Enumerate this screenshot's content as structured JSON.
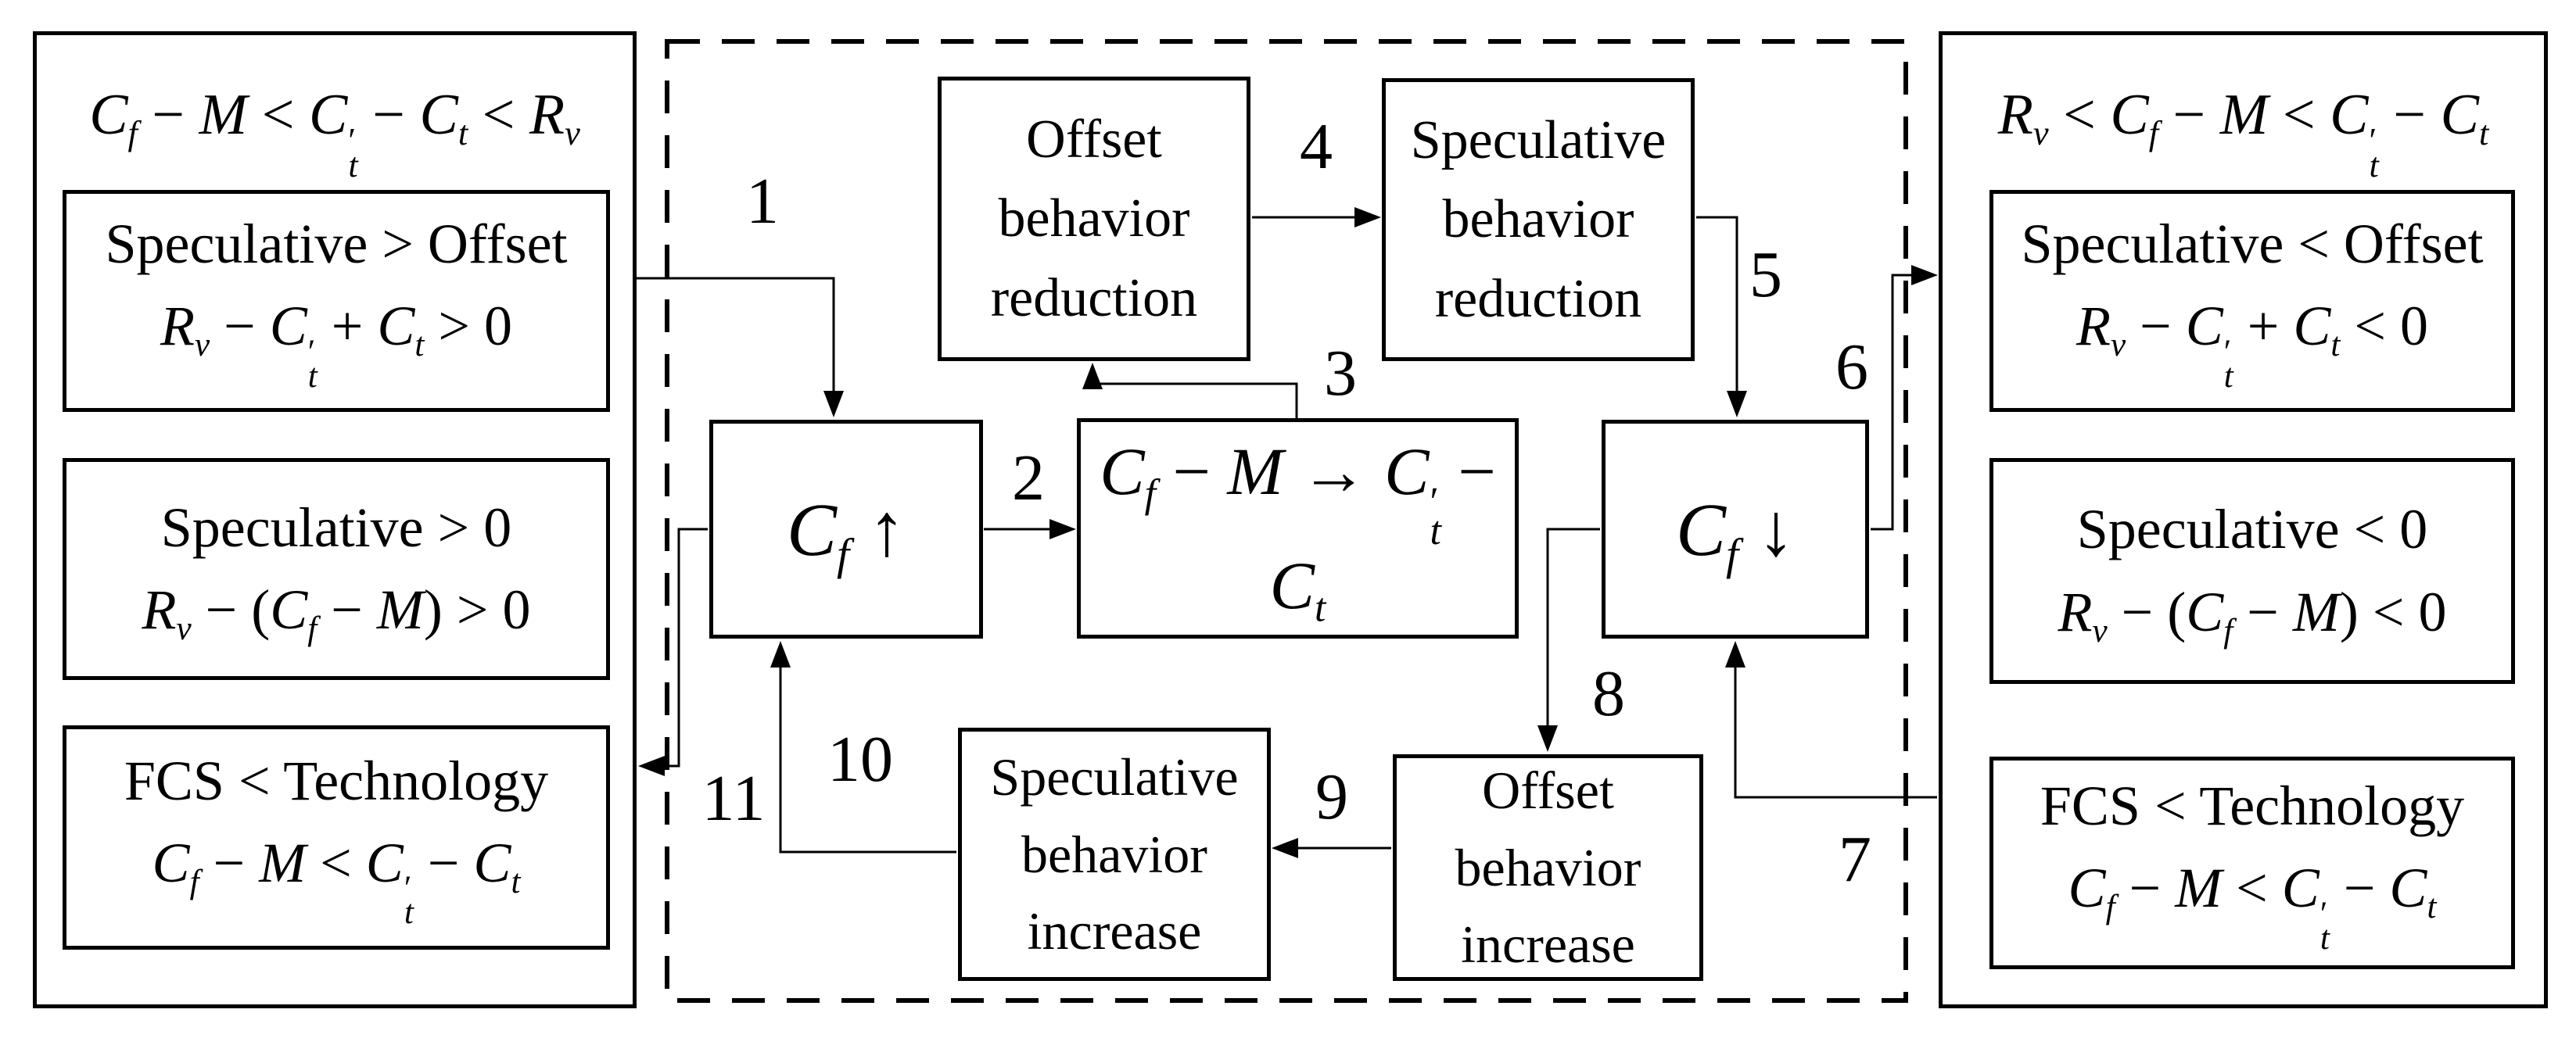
{
  "arrow_labels": [
    "1",
    "2",
    "3",
    "4",
    "5",
    "6",
    "7",
    "8",
    "9",
    "10",
    "11"
  ],
  "colors": {
    "line": "#000000",
    "background": "#ffffff"
  },
  "left_panel": {
    "title": [
      {
        "t": "C",
        "sub": "f",
        "v": 1
      },
      {
        "t": " − "
      },
      {
        "t": "M",
        "v": 1
      },
      {
        "t": " < "
      },
      {
        "t": "C",
        "sub": "t",
        "sup": "′",
        "v": 1
      },
      {
        "t": " − "
      },
      {
        "t": "C",
        "sub": "t",
        "v": 1
      },
      {
        "t": " < "
      },
      {
        "t": "R",
        "sub": "v",
        "v": 1
      }
    ],
    "boxes": [
      {
        "line1": "Speculative > Offset",
        "line2": [
          {
            "t": "R",
            "sub": "v",
            "v": 1
          },
          {
            "t": " − "
          },
          {
            "t": "C",
            "sub": "t",
            "sup": "′",
            "v": 1
          },
          {
            "t": " + "
          },
          {
            "t": "C",
            "sub": "t",
            "v": 1
          },
          {
            "t": " > 0"
          }
        ]
      },
      {
        "line1": "Speculative > 0",
        "line2": [
          {
            "t": "R",
            "sub": "v",
            "v": 1
          },
          {
            "t": " − ("
          },
          {
            "t": "C",
            "sub": "f",
            "v": 1
          },
          {
            "t": " − "
          },
          {
            "t": "M",
            "v": 1
          },
          {
            "t": ") > 0"
          }
        ]
      },
      {
        "line1": "FCS < Technology",
        "line2": [
          {
            "t": "C",
            "sub": "f",
            "v": 1
          },
          {
            "t": " − "
          },
          {
            "t": "M",
            "v": 1
          },
          {
            "t": " < "
          },
          {
            "t": "C",
            "sub": "t",
            "sup": "′",
            "v": 1
          },
          {
            "t": " − "
          },
          {
            "t": "C",
            "sub": "t",
            "v": 1
          }
        ]
      }
    ]
  },
  "right_panel": {
    "title": [
      {
        "t": "R",
        "sub": "v",
        "v": 1
      },
      {
        "t": " < "
      },
      {
        "t": "C",
        "sub": "f",
        "v": 1
      },
      {
        "t": " − "
      },
      {
        "t": "M",
        "v": 1
      },
      {
        "t": " < "
      },
      {
        "t": "C",
        "sub": "t",
        "sup": "′",
        "v": 1
      },
      {
        "t": " − "
      },
      {
        "t": "C",
        "sub": "t",
        "v": 1
      }
    ],
    "boxes": [
      {
        "line1": "Speculative < Offset",
        "line2": [
          {
            "t": "R",
            "sub": "v",
            "v": 1
          },
          {
            "t": " − "
          },
          {
            "t": "C",
            "sub": "t",
            "sup": "′",
            "v": 1
          },
          {
            "t": " + "
          },
          {
            "t": "C",
            "sub": "t",
            "v": 1
          },
          {
            "t": " < 0"
          }
        ]
      },
      {
        "line1": "Speculative < 0",
        "line2": [
          {
            "t": "R",
            "sub": "v",
            "v": 1
          },
          {
            "t": " − ("
          },
          {
            "t": "C",
            "sub": "f",
            "v": 1
          },
          {
            "t": " − "
          },
          {
            "t": "M",
            "v": 1
          },
          {
            "t": ") < 0"
          }
        ]
      },
      {
        "line1": "FCS < Technology",
        "line2": [
          {
            "t": "C",
            "sub": "f",
            "v": 1
          },
          {
            "t": " − "
          },
          {
            "t": "M",
            "v": 1
          },
          {
            "t": " < "
          },
          {
            "t": "C",
            "sub": "t",
            "sup": "′",
            "v": 1
          },
          {
            "t": " − "
          },
          {
            "t": "C",
            "sub": "t",
            "v": 1
          }
        ]
      }
    ]
  },
  "center": {
    "offset_reduction_label": "Offset behavior reduction",
    "speculative_reduction_label": "Speculative behavior reduction",
    "cf_up": [
      {
        "t": "C",
        "sub": "f",
        "v": 1
      },
      {
        "t": " ↑"
      }
    ],
    "transition": [
      {
        "t": "C",
        "sub": "f",
        "v": 1
      },
      {
        "t": " − "
      },
      {
        "t": "M",
        "v": 1
      },
      {
        "t": " → "
      },
      {
        "t": "C",
        "sub": "t",
        "sup": "′",
        "v": 1
      },
      {
        "t": " − "
      },
      {
        "t": "C",
        "sub": "t",
        "v": 1
      }
    ],
    "cf_down": [
      {
        "t": "C",
        "sub": "f",
        "v": 1
      },
      {
        "t": " ↓"
      }
    ],
    "speculative_increase_label": "Speculative behavior increase",
    "offset_increase_label": "Offset behavior increase"
  }
}
